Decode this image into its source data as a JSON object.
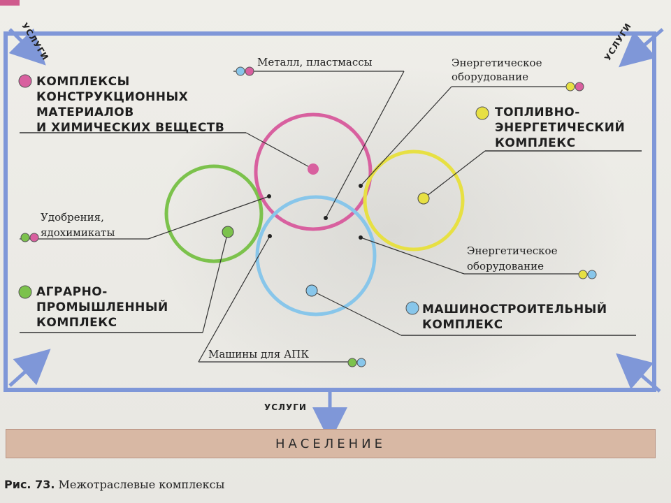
{
  "colors": {
    "frame": "#7f97d8",
    "pink": "#d8609f",
    "yellow": "#e7e043",
    "green": "#7cc24c",
    "blue": "#88c6ea",
    "population_bar": "#d8b8a4",
    "line": "#2a2a2a"
  },
  "complexes": {
    "materials": "КОМПЛЕКСЫ\nКОНСТРУКЦИОННЫХ\nМАТЕРИАЛОВ\nИ ХИМИЧЕСКИХ ВЕЩЕСТВ",
    "materials_lines": [
      "КОМПЛЕКСЫ",
      "КОНСТРУКЦИОННЫХ",
      "МАТЕРИАЛОВ",
      "И ХИМИЧЕСКИХ ВЕЩЕСТВ"
    ],
    "fuel_lines": [
      "ТОПЛИВНО-",
      "ЭНЕРГЕТИЧЕСКИЙ",
      "КОМПЛЕКС"
    ],
    "agro_lines": [
      "АГРАРНО-",
      "ПРОМЫШЛЕННЫЙ",
      "КОМПЛЕКС"
    ],
    "machine_lines": [
      "МАШИНОСТРОИТЕЛЬНЫЙ",
      "КОМПЛЕКС"
    ]
  },
  "links": {
    "metal_plastics": "Металл, пластмассы",
    "energy_equipment_top_lines": [
      "Энергетическое",
      "оборудование"
    ],
    "fertilizers_lines": [
      "Удобрения,",
      "ядохимикаты"
    ],
    "energy_equipment_bottom_lines": [
      "Энергетическое",
      "оборудование"
    ],
    "agro_machines": "Машины для АПК"
  },
  "services": {
    "top_left": "УСЛУГИ",
    "top_right": "УСЛУГИ",
    "bottom": "УСЛУГИ"
  },
  "population": "НАСЕЛЕНИЕ",
  "caption": {
    "number": "Рис. 73.",
    "title": "Межотраслевые комплексы"
  }
}
